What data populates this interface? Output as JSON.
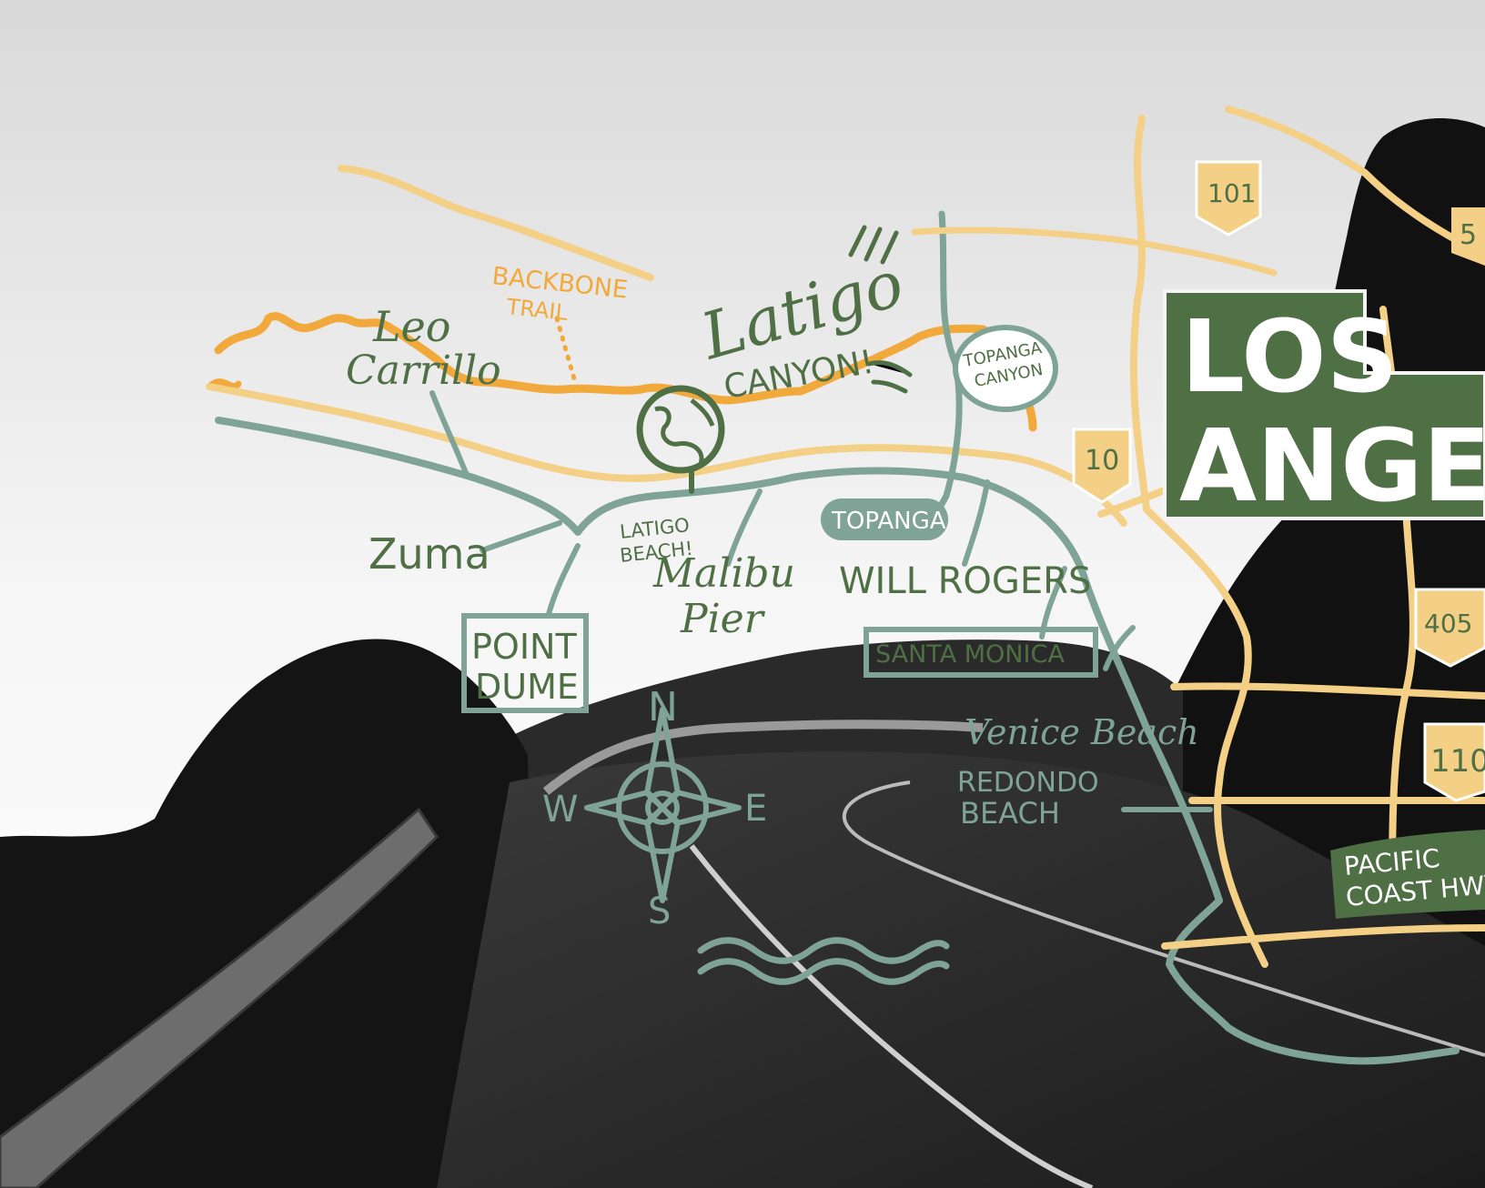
{
  "colors": {
    "green": "#4f6f45",
    "sage": "#7fa396",
    "orange": "#f2a93b",
    "cream": "#f4cf86",
    "sky": "#f4f4f4",
    "hill": "#151515",
    "road": "#2b2b2b"
  },
  "compass": {
    "n": "N",
    "e": "E",
    "s": "S",
    "w": "W",
    "icon": "compass-rose-icon"
  },
  "labels": {
    "backbone_1": "BACKBONE",
    "backbone_2": "TRAIL",
    "leo_1": "Leo",
    "leo_2": "Carrillo",
    "latigo_1": "Latigo",
    "latigo_2": "CANYON!",
    "topanga_canyon_1": "TOPANGA",
    "topanga_canyon_2": "CANYON",
    "zuma": "Zuma",
    "latigo_beach_1": "LATIGO",
    "latigo_beach_2": "BEACH!",
    "malibu_1": "Malibu",
    "malibu_2": "Pier",
    "topanga": "TOPANGA",
    "will_rogers": "WILL ROGERS",
    "santa_monica": "SANTA MONICA",
    "point_1": "POINT",
    "point_2": "DUME",
    "venice": "Venice Beach",
    "redondo_1": "REDONDO",
    "redondo_2": "BEACH",
    "pch_1": "PACIFIC",
    "pch_2": "COAST HWY",
    "la_1": "LOS",
    "la_2": "ANGELES"
  },
  "highways": [
    "101",
    "5",
    "10",
    "405",
    "110"
  ]
}
